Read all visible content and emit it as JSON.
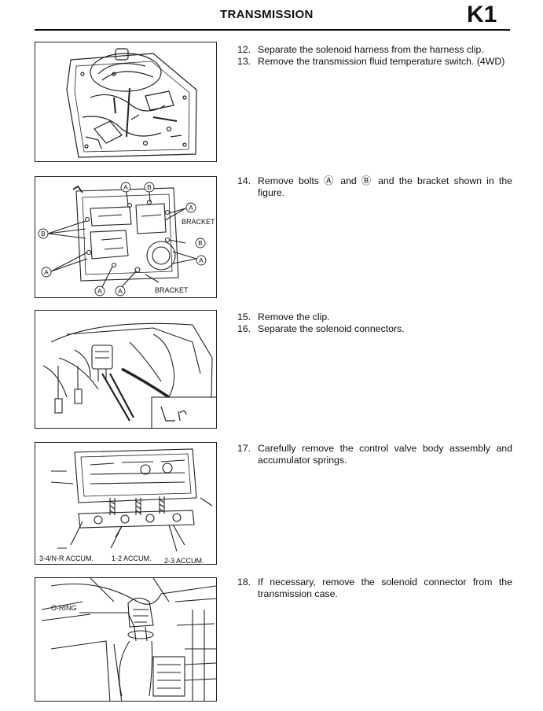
{
  "header": {
    "title": "TRANSMISSION",
    "code": "K1"
  },
  "steps": [
    {
      "num": "12.",
      "text": "Separate the solenoid harness from the harness clip."
    },
    {
      "num": "13.",
      "text": "Remove the transmission fluid temperature switch. (4WD)"
    },
    {
      "num": "14.",
      "text": "Remove bolts Ⓐ and Ⓑ and the bracket shown in the figure."
    },
    {
      "num": "15.",
      "text": "Remove the clip."
    },
    {
      "num": "16.",
      "text": "Separate the solenoid connectors."
    },
    {
      "num": "17.",
      "text": "Carefully remove the control valve body assembly and accumulator springs."
    },
    {
      "num": "18.",
      "text": "If necessary, remove the solenoid connector from the transmission case."
    }
  ],
  "figures": {
    "fig2": {
      "bolt_a": "A",
      "bolt_b": "B",
      "bracket": "BRACKET"
    },
    "fig4": {
      "accum_34nr": "3-4/N-R ACCUM.",
      "accum_12": "1-2 ACCUM.",
      "accum_23": "2-3 ACCUM."
    },
    "fig5": {
      "oring": "O-RING"
    }
  }
}
